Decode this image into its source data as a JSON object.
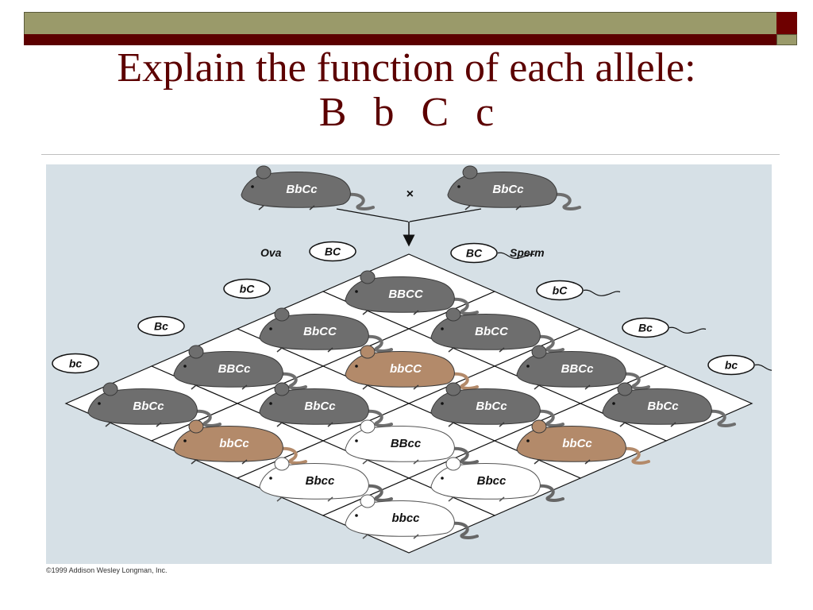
{
  "slide": {
    "title_line1": "Explain the function of each allele:",
    "alleles": [
      "B",
      "b",
      "C",
      "c"
    ]
  },
  "figure": {
    "parent_left": "BbCc",
    "parent_right": "BbCc",
    "cross_symbol": "×",
    "ova_label": "Ova",
    "sperm_label": "Sperm",
    "ova_gametes": [
      "BC",
      "bC",
      "Bc",
      "bc"
    ],
    "sperm_gametes": [
      "BC",
      "bC",
      "Bc",
      "bc"
    ],
    "colors": {
      "black_coat": "#6e6e6e",
      "brown_coat": "#b38a6a",
      "white_coat": "#ffffff",
      "background": "#d6e0e6"
    },
    "punnett": [
      [
        "BBCC",
        "BbCC",
        "BBCc",
        "BbCc"
      ],
      [
        "BbCC",
        "bbCC",
        "BbCc",
        "bbCc"
      ],
      [
        "BBCc",
        "BbCc",
        "BBcc",
        "Bbcc"
      ],
      [
        "BbCc",
        "bbCc",
        "Bbcc",
        "bbcc"
      ]
    ]
  },
  "copyright": "©1999 Addison Wesley Longman, Inc."
}
